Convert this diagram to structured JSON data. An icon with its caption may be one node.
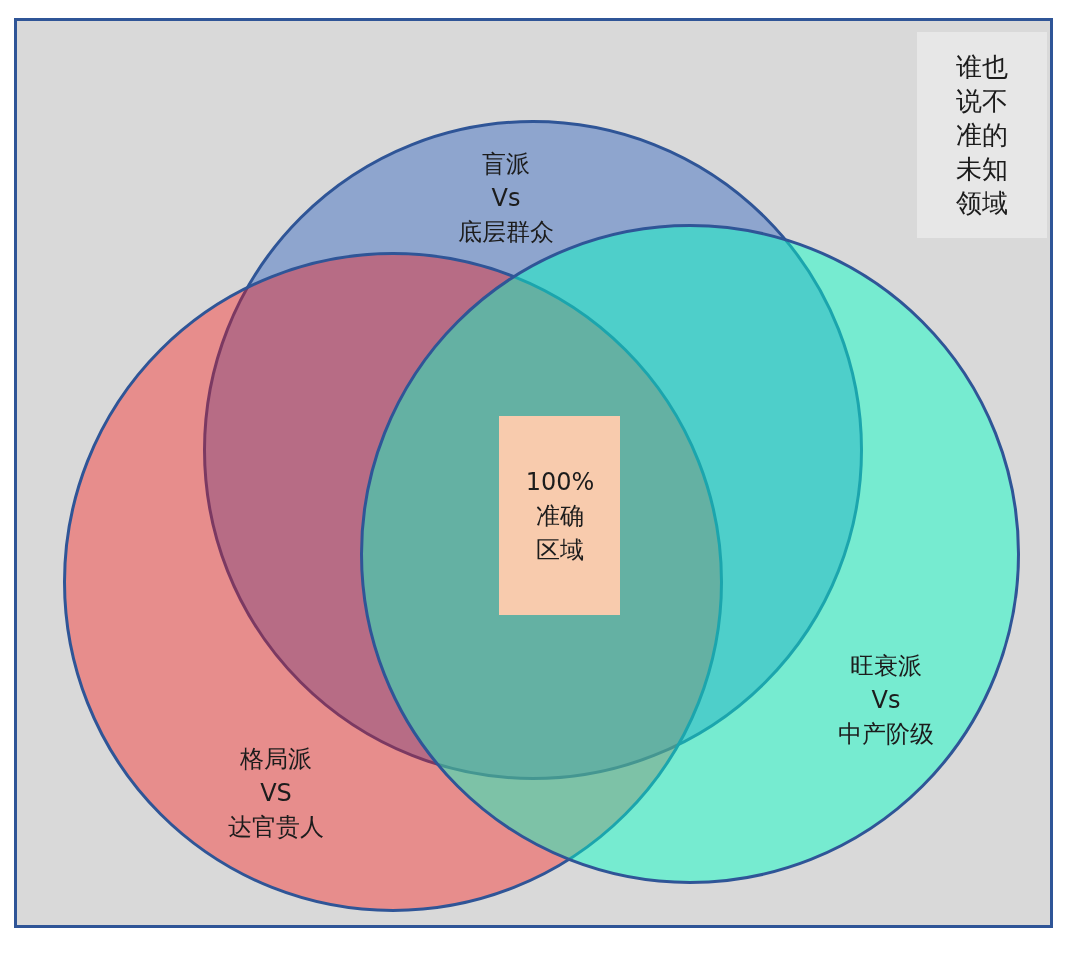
{
  "diagram": {
    "nodes": [
      {
        "text": [
          "谁也说不准的未知领域"
        ]
      },
      {
        "text": [
          "盲派",
          "Vs",
          "底层群众"
        ]
      },
      {
        "text": [
          "100%准确区域"
        ]
      },
      {
        "text": [
          "旺衰派",
          "Vs",
          "中产阶级"
        ]
      },
      {
        "text": [
          "格局派",
          "VS",
          "达官贵人"
        ]
      }
    ]
  }
}
